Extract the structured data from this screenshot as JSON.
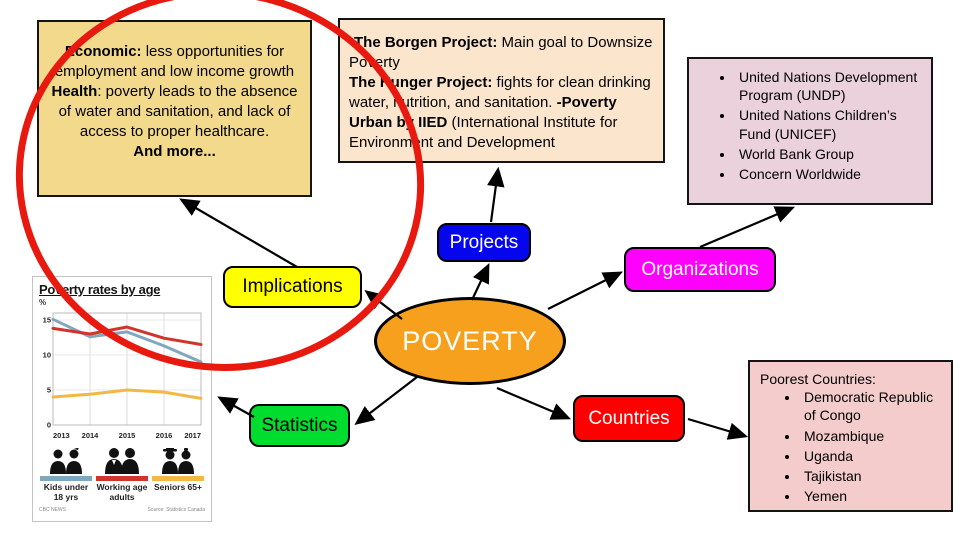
{
  "center_node": {
    "label": "POVERTY"
  },
  "nodes": {
    "projects": {
      "label": "Projects"
    },
    "organizations": {
      "label": "Organizations"
    },
    "implications": {
      "label": "Implications"
    },
    "statistics": {
      "label": "Statistics"
    },
    "countries": {
      "label": "Countries"
    }
  },
  "implications_box": {
    "economic_label": "Economic:",
    "economic_text": " less opportunities for employment and low income growth ",
    "health_label": "Health",
    "health_text": ": poverty leads to the absence of water and sanitation, and lack of access to proper healthcare.",
    "more_label": "And more..."
  },
  "projects_box": {
    "item1_label": "-The Borgen Project:",
    "item1_text": " Main goal to Downsize Poverty ",
    "item2_label": "The Hunger Project:",
    "item2_text": " fights for clean drinking water, nutrition, and sanitation. ",
    "item3_label": "-Poverty Urban by IIED",
    "item3_text": " (International Institute for Environment and Development"
  },
  "organizations_box": {
    "items": [
      "United Nations Development Program (UNDP)",
      "United Nations Children’s Fund (UNICEF)",
      "World Bank Group",
      "Concern Worldwide"
    ]
  },
  "countries_box": {
    "title": "Poorest Countries:",
    "items": [
      "Democratic Republic of Congo",
      "Mozambique",
      "Uganda",
      "Tajikistan",
      "Yemen"
    ]
  },
  "chart_data": {
    "type": "line",
    "title": "Poverty rates by age",
    "ylabel": "%",
    "x": [
      2013,
      2014,
      2015,
      2016,
      2017
    ],
    "ylim": [
      0,
      16
    ],
    "yticks": [
      0,
      5,
      10,
      15
    ],
    "series": [
      {
        "name": "Kids under 18 yrs",
        "color": "#7FA8BF",
        "values": [
          15.1,
          12.6,
          13.3,
          11.3,
          9.0
        ]
      },
      {
        "name": "Working age adults",
        "color": "#D0342C",
        "values": [
          13.8,
          13.0,
          14.0,
          12.4,
          11.5
        ]
      },
      {
        "name": "Seniors 65+",
        "color": "#F2B843",
        "values": [
          4.0,
          4.4,
          5.0,
          4.7,
          3.8
        ]
      }
    ],
    "grid": true,
    "legend_position": "bottom",
    "credit": "CBC NEWS",
    "source": "Source: Statistics Canada"
  },
  "colors": {
    "poverty_node": "#F6A01E",
    "projects_node": "#0505EE",
    "organizations_node": "#FF00FF",
    "implications_node": "#FFFF00",
    "statistics_node": "#00DD2F",
    "countries_node": "#FF0000",
    "implications_box_bg": "#F2D98C",
    "projects_box_bg": "#FBE5CD",
    "organizations_box_bg": "#EAD1DC",
    "countries_box_bg": "#F4CCCC",
    "annotation_red": "#E8190F"
  }
}
